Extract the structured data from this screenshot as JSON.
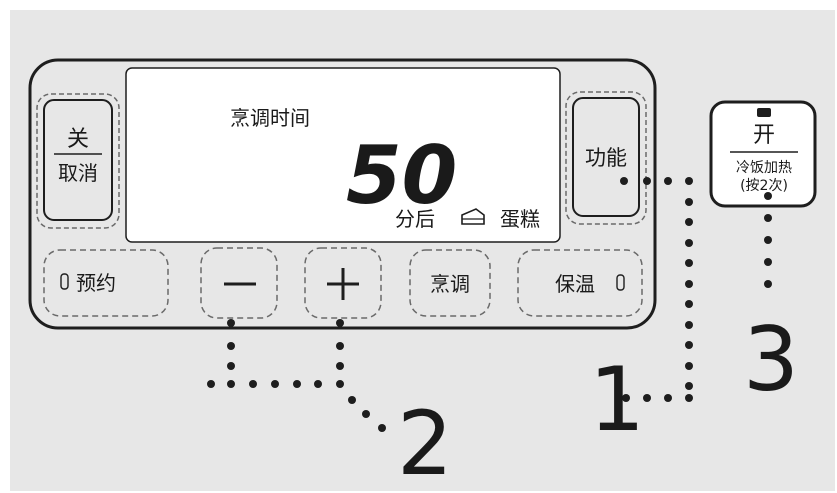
{
  "panel": {
    "cancel_button": {
      "line1": "关",
      "line2": "取消"
    },
    "function_button": {
      "label": "功能"
    },
    "bottom_buttons": {
      "reserve": "预约",
      "minus": "－",
      "plus": "＋",
      "cook": "烹调",
      "keep_warm": "保温"
    }
  },
  "display": {
    "cook_time_label": "烹调时间",
    "time_value": "50",
    "minutes_after_label": "分后",
    "mode_label": "蛋糕",
    "mode_icon": "cake-icon"
  },
  "start_button": {
    "label": "开",
    "reheat_line1": "冷饭加热",
    "reheat_line2": "(按2次)"
  },
  "callouts": {
    "function": "1",
    "adjust": "2",
    "start": "3"
  },
  "colors": {
    "background": "#e7e7e7",
    "outline": "#1e1e1e",
    "display_bg": "#ffffff",
    "dashed": "#6a6a6a"
  }
}
